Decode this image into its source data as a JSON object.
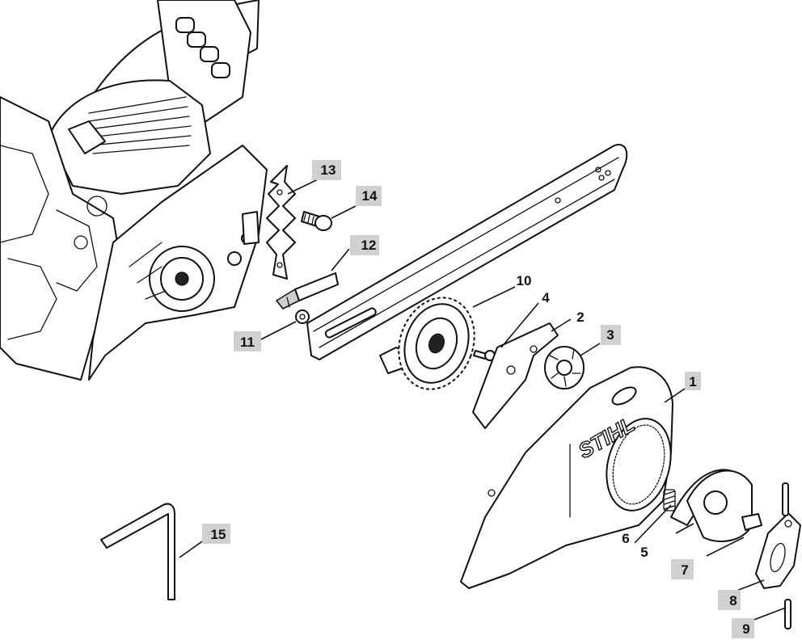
{
  "diagram": {
    "callouts": [
      {
        "id": "1",
        "label": "1",
        "boxed": true
      },
      {
        "id": "2",
        "label": "2",
        "boxed": false
      },
      {
        "id": "3",
        "label": "3",
        "boxed": true
      },
      {
        "id": "4",
        "label": "4",
        "boxed": false
      },
      {
        "id": "5",
        "label": "5",
        "boxed": false
      },
      {
        "id": "6",
        "label": "6",
        "boxed": false
      },
      {
        "id": "7",
        "label": "7",
        "boxed": true
      },
      {
        "id": "8",
        "label": "8",
        "boxed": true
      },
      {
        "id": "9",
        "label": "9",
        "boxed": true
      },
      {
        "id": "10",
        "label": "10",
        "boxed": false
      },
      {
        "id": "11",
        "label": "11",
        "boxed": true
      },
      {
        "id": "12",
        "label": "12",
        "boxed": true
      },
      {
        "id": "13",
        "label": "13",
        "boxed": true
      },
      {
        "id": "14",
        "label": "14",
        "boxed": true
      },
      {
        "id": "15",
        "label": "15",
        "boxed": true
      }
    ],
    "logo_text": "STIHL",
    "colors": {
      "line": "#111111",
      "callout_box": "#d0d0d0",
      "background": "#ffffff"
    }
  }
}
